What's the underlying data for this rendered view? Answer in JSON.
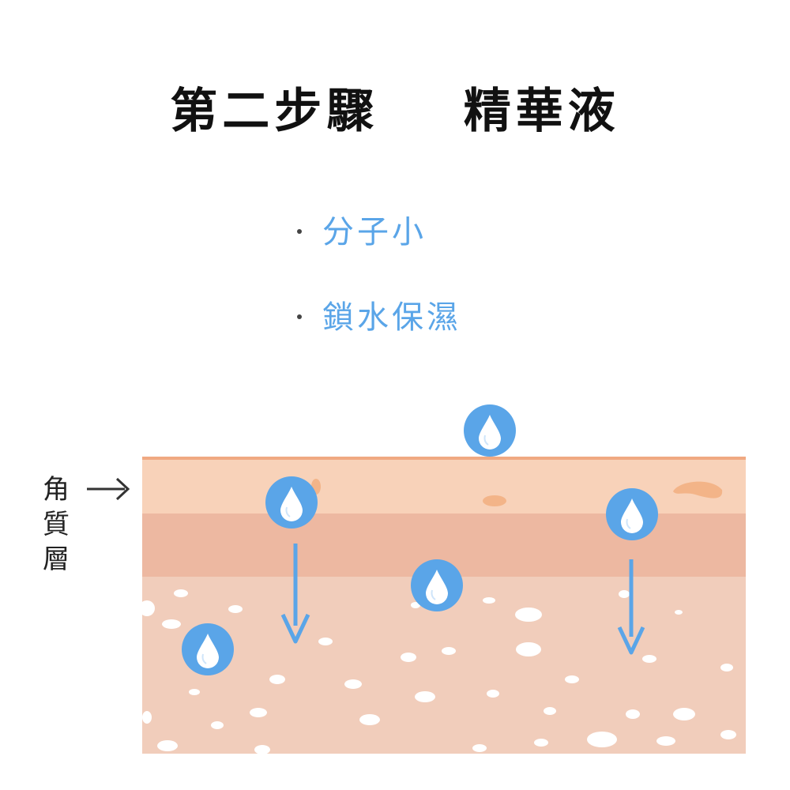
{
  "title": "第二步驟    精華液",
  "bullets": [
    "分子小",
    "鎖水保濕"
  ],
  "layer_label": [
    "角",
    "質",
    "層"
  ],
  "colors": {
    "title": "#111111",
    "bullet_text": "#5aa5e8",
    "drop_circle": "#5aa5e8",
    "arrow": "#5aa5e8",
    "stratum_corneum": "#f8d2b9",
    "stratum_line": "#f0a982",
    "middle_band": "#edb8a1",
    "dermis": "#f1cdbb",
    "pores": "#ffffff",
    "spots": "#f3b488"
  },
  "icons": {
    "drop": "water-drop-icon",
    "label_arrow": "right-arrow-icon",
    "penetration_arrow": "down-arrow-icon"
  }
}
